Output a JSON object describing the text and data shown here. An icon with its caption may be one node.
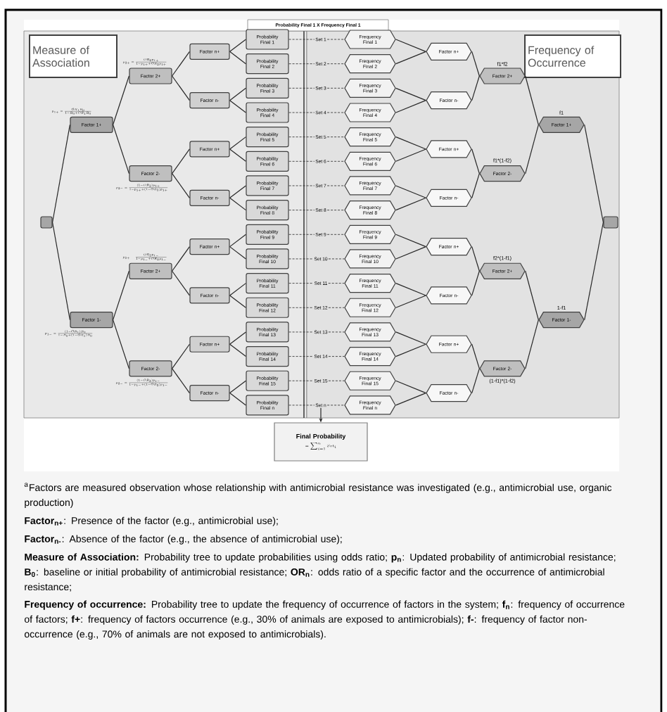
{
  "diagram": {
    "nodes": [
      {
        "text": [
          "Measure of Association"
        ]
      },
      {
        "text": [
          "Frequency of Occurrence"
        ]
      },
      {
        "text": [
          "Probability Final 1 X Frequency Final 1"
        ]
      },
      {
        "text": [],
        "shape": "box"
      },
      {
        "text": [
          "Factor 1+"
        ],
        "beside": [
          "p_{1+}=\\frac{OR_1 B_0}{1-B_0+OR_1 B_0}"
        ]
      },
      {
        "text": [
          "Factor 1-"
        ],
        "beside": [
          "p_{1-}=\\frac{(1-OR_1)B_0}{1-B_0+(1-OR_1)B_0}"
        ]
      },
      {
        "text": [
          "Factor 2+"
        ],
        "beside": [
          "p_{2+}=\\frac{OR_2 p_{1+}}{1-p_{1+}+OR_2 p_{1+}}"
        ]
      },
      {
        "text": [
          "Factor 2-"
        ],
        "beside": [
          "p_{2-}=\\frac{(1-OR_2)p_{1+}}{1-p_{1+}+(1-OR_2)p_{1+}}"
        ]
      },
      {
        "text": [
          "Factor 2+"
        ],
        "beside": [
          "p_{2+}=\\frac{OR_2 p_{1-}}{1-p_{1-}+OR_2 p_{1-}}"
        ]
      },
      {
        "text": [
          "Factor 2-"
        ],
        "beside": [
          "p_{2-}=\\frac{(1-OR_2)p_{1-}}{1-p_{1-}+(1-OR_2)p_{1-}}"
        ]
      },
      {
        "text": [
          "Factor n+"
        ]
      },
      {
        "text": [
          "Factor n-"
        ]
      },
      {
        "text": [
          "Factor n+"
        ]
      },
      {
        "text": [
          "Factor n-"
        ]
      },
      {
        "text": [
          "Factor n+"
        ]
      },
      {
        "text": [
          "Factor n-"
        ]
      },
      {
        "text": [
          "Factor n+"
        ]
      },
      {
        "text": [
          "Factor n-"
        ]
      },
      {
        "text": [
          "Probability Final 1"
        ]
      },
      {
        "text": [
          "Probability Final 2"
        ]
      },
      {
        "text": [
          "Probability Final 3"
        ]
      },
      {
        "text": [
          "Probability Final 4"
        ]
      },
      {
        "text": [
          "Probability Final 5"
        ]
      },
      {
        "text": [
          "Probability Final 6"
        ]
      },
      {
        "text": [
          "Probability Final 7"
        ]
      },
      {
        "text": [
          "Probability Final 8"
        ]
      },
      {
        "text": [
          "Probability Final 9"
        ]
      },
      {
        "text": [
          "Probability Final 10"
        ]
      },
      {
        "text": [
          "Probability Final 11"
        ]
      },
      {
        "text": [
          "Probability Final 12"
        ]
      },
      {
        "text": [
          "Probability Final 13"
        ]
      },
      {
        "text": [
          "Probability Final 14"
        ]
      },
      {
        "text": [
          "Probability Final 15"
        ]
      },
      {
        "text": [
          "Probability Final n"
        ]
      },
      {
        "text": [
          "Set 1"
        ]
      },
      {
        "text": [
          "Set 2"
        ]
      },
      {
        "text": [
          "Set 3"
        ]
      },
      {
        "text": [
          "Set 4"
        ]
      },
      {
        "text": [
          "Set 5"
        ]
      },
      {
        "text": [
          "Set 6"
        ]
      },
      {
        "text": [
          "Set 7"
        ]
      },
      {
        "text": [
          "Set 8"
        ]
      },
      {
        "text": [
          "Set 9"
        ]
      },
      {
        "text": [
          "Set 10"
        ]
      },
      {
        "text": [
          "Set 11"
        ]
      },
      {
        "text": [
          "Set 12"
        ]
      },
      {
        "text": [
          "Set 13"
        ]
      },
      {
        "text": [
          "Set 14"
        ]
      },
      {
        "text": [
          "Set 15"
        ]
      },
      {
        "text": [
          "Set n"
        ]
      },
      {
        "text": [
          "Frequency Final 1"
        ]
      },
      {
        "text": [
          "Frequency Final 2"
        ]
      },
      {
        "text": [
          "Frequency Final 3"
        ]
      },
      {
        "text": [
          "Frequency Final 4"
        ]
      },
      {
        "text": [
          "Frequency Final 5"
        ]
      },
      {
        "text": [
          "Frequency Final 6"
        ]
      },
      {
        "text": [
          "Frequency Final 7"
        ]
      },
      {
        "text": [
          "Frequency Final 8"
        ]
      },
      {
        "text": [
          "Frequency Final 9"
        ]
      },
      {
        "text": [
          "Frequency Final 10"
        ]
      },
      {
        "text": [
          "Frequency Final 11"
        ]
      },
      {
        "text": [
          "Frequency Final 12"
        ]
      },
      {
        "text": [
          "Frequency Final 13"
        ]
      },
      {
        "text": [
          "Frequency Final 14"
        ]
      },
      {
        "text": [
          "Frequency Final 15"
        ]
      },
      {
        "text": [
          "Frequency Final n"
        ]
      },
      {
        "text": [
          "Factor n+"
        ]
      },
      {
        "text": [
          "Factor n-"
        ]
      },
      {
        "text": [
          "Factor n+"
        ]
      },
      {
        "text": [
          "Factor n-"
        ]
      },
      {
        "text": [
          "Factor n+"
        ]
      },
      {
        "text": [
          "Factor n-"
        ]
      },
      {
        "text": [
          "Factor n+"
        ]
      },
      {
        "text": [
          "Factor n-"
        ]
      },
      {
        "text": [
          "Factor 2+"
        ],
        "beside": [
          "f1*f2"
        ]
      },
      {
        "text": [
          "Factor 2-"
        ],
        "beside": [
          "f1*(1-f2)"
        ]
      },
      {
        "text": [
          "Factor 2+"
        ],
        "beside": [
          "f2*(1-f1)"
        ]
      },
      {
        "text": [
          "Factor 2-"
        ],
        "beside": [
          "(1-f1)*(1-f2)"
        ]
      },
      {
        "text": [
          "Factor 1+"
        ],
        "beside": [
          "f1"
        ]
      },
      {
        "text": [
          "Factor 1-"
        ],
        "beside": [
          "1-f1"
        ]
      },
      {
        "text": [],
        "shape": "box"
      },
      {
        "text": [
          "Final Probability",
          "=\\sum_{i=1}^{n} Set_{i}"
        ]
      }
    ],
    "edges": [
      {
        "from": 3,
        "to": 4,
        "arrow": "none"
      },
      {
        "from": 3,
        "to": 5,
        "arrow": "none"
      },
      {
        "from": 4,
        "to": 6,
        "arrow": "none"
      },
      {
        "from": 4,
        "to": 7,
        "arrow": "none"
      },
      {
        "from": 5,
        "to": 8,
        "arrow": "none"
      },
      {
        "from": 5,
        "to": 9,
        "arrow": "none"
      },
      {
        "from": 6,
        "to": 10,
        "arrow": "none"
      },
      {
        "from": 6,
        "to": 11,
        "arrow": "none"
      },
      {
        "from": 7,
        "to": 12,
        "arrow": "none"
      },
      {
        "from": 7,
        "to": 13,
        "arrow": "none"
      },
      {
        "from": 8,
        "to": 14,
        "arrow": "none"
      },
      {
        "from": 8,
        "to": 15,
        "arrow": "none"
      },
      {
        "from": 9,
        "to": 16,
        "arrow": "none"
      },
      {
        "from": 9,
        "to": 17,
        "arrow": "none"
      },
      {
        "from": 10,
        "to": 18,
        "arrow": "none"
      },
      {
        "from": 10,
        "to": 19,
        "arrow": "none"
      },
      {
        "from": 11,
        "to": 20,
        "arrow": "none"
      },
      {
        "from": 11,
        "to": 21,
        "arrow": "none"
      },
      {
        "from": 12,
        "to": 22,
        "arrow": "none"
      },
      {
        "from": 12,
        "to": 23,
        "arrow": "none"
      },
      {
        "from": 13,
        "to": 24,
        "arrow": "none"
      },
      {
        "from": 13,
        "to": 25,
        "arrow": "none"
      },
      {
        "from": 14,
        "to": 26,
        "arrow": "none"
      },
      {
        "from": 14,
        "to": 27,
        "arrow": "none"
      },
      {
        "from": 15,
        "to": 28,
        "arrow": "none"
      },
      {
        "from": 15,
        "to": 29,
        "arrow": "none"
      },
      {
        "from": 16,
        "to": 30,
        "arrow": "none"
      },
      {
        "from": 16,
        "to": 31,
        "arrow": "none"
      },
      {
        "from": 17,
        "to": 32,
        "arrow": "none"
      },
      {
        "from": 17,
        "to": 33,
        "arrow": "none"
      },
      {
        "from": 18,
        "to": 34,
        "arrow": "none",
        "style": "dashed"
      },
      {
        "from": 34,
        "to": 50,
        "arrow": "none",
        "style": "dashed"
      },
      {
        "from": 19,
        "to": 35,
        "arrow": "none",
        "style": "dashed"
      },
      {
        "from": 35,
        "to": 51,
        "arrow": "none",
        "style": "dashed"
      },
      {
        "from": 20,
        "to": 36,
        "arrow": "none",
        "style": "dashed"
      },
      {
        "from": 36,
        "to": 52,
        "arrow": "none",
        "style": "dashed"
      },
      {
        "from": 21,
        "to": 37,
        "arrow": "none",
        "style": "dashed"
      },
      {
        "from": 37,
        "to": 53,
        "arrow": "none",
        "style": "dashed"
      },
      {
        "from": 22,
        "to": 38,
        "arrow": "none",
        "style": "dashed"
      },
      {
        "from": 38,
        "to": 54,
        "arrow": "none",
        "style": "dashed"
      },
      {
        "from": 23,
        "to": 39,
        "arrow": "none",
        "style": "dashed"
      },
      {
        "from": 39,
        "to": 55,
        "arrow": "none",
        "style": "dashed"
      },
      {
        "from": 24,
        "to": 40,
        "arrow": "none",
        "style": "dashed"
      },
      {
        "from": 40,
        "to": 56,
        "arrow": "none",
        "style": "dashed"
      },
      {
        "from": 25,
        "to": 41,
        "arrow": "none",
        "style": "dashed"
      },
      {
        "from": 41,
        "to": 57,
        "arrow": "none",
        "style": "dashed"
      },
      {
        "from": 26,
        "to": 42,
        "arrow": "none",
        "style": "dashed"
      },
      {
        "from": 42,
        "to": 58,
        "arrow": "none",
        "style": "dashed"
      },
      {
        "from": 27,
        "to": 43,
        "arrow": "none",
        "style": "dashed"
      },
      {
        "from": 43,
        "to": 59,
        "arrow": "none",
        "style": "dashed"
      },
      {
        "from": 28,
        "to": 44,
        "arrow": "none",
        "style": "dashed"
      },
      {
        "from": 44,
        "to": 60,
        "arrow": "none",
        "style": "dashed"
      },
      {
        "from": 29,
        "to": 45,
        "arrow": "none",
        "style": "dashed"
      },
      {
        "from": 45,
        "to": 61,
        "arrow": "none",
        "style": "dashed"
      },
      {
        "from": 30,
        "to": 46,
        "arrow": "none",
        "style": "dashed"
      },
      {
        "from": 46,
        "to": 62,
        "arrow": "none",
        "style": "dashed"
      },
      {
        "from": 31,
        "to": 47,
        "arrow": "none",
        "style": "dashed"
      },
      {
        "from": 47,
        "to": 63,
        "arrow": "none",
        "style": "dashed"
      },
      {
        "from": 32,
        "to": 48,
        "arrow": "none",
        "style": "dashed"
      },
      {
        "from": 48,
        "to": 64,
        "arrow": "none",
        "style": "dashed"
      },
      {
        "from": 33,
        "to": 49,
        "arrow": "none",
        "style": "dashed"
      },
      {
        "from": 49,
        "to": 65,
        "arrow": "none",
        "style": "dashed"
      },
      {
        "from": 50,
        "to": 66,
        "arrow": "none"
      },
      {
        "from": 51,
        "to": 66,
        "arrow": "none"
      },
      {
        "from": 52,
        "to": 67,
        "arrow": "none"
      },
      {
        "from": 53,
        "to": 67,
        "arrow": "none"
      },
      {
        "from": 54,
        "to": 68,
        "arrow": "none"
      },
      {
        "from": 55,
        "to": 68,
        "arrow": "none"
      },
      {
        "from": 56,
        "to": 69,
        "arrow": "none"
      },
      {
        "from": 57,
        "to": 69,
        "arrow": "none"
      },
      {
        "from": 58,
        "to": 70,
        "arrow": "none"
      },
      {
        "from": 59,
        "to": 70,
        "arrow": "none"
      },
      {
        "from": 60,
        "to": 71,
        "arrow": "none"
      },
      {
        "from": 61,
        "to": 71,
        "arrow": "none"
      },
      {
        "from": 62,
        "to": 72,
        "arrow": "none"
      },
      {
        "from": 63,
        "to": 72,
        "arrow": "none"
      },
      {
        "from": 64,
        "to": 73,
        "arrow": "none"
      },
      {
        "from": 65,
        "to": 73,
        "arrow": "none"
      },
      {
        "from": 66,
        "to": 74,
        "arrow": "none"
      },
      {
        "from": 67,
        "to": 74,
        "arrow": "none"
      },
      {
        "from": 68,
        "to": 75,
        "arrow": "none"
      },
      {
        "from": 69,
        "to": 75,
        "arrow": "none"
      },
      {
        "from": 70,
        "to": 76,
        "arrow": "none"
      },
      {
        "from": 71,
        "to": 76,
        "arrow": "none"
      },
      {
        "from": 72,
        "to": 77,
        "arrow": "none"
      },
      {
        "from": 73,
        "to": 77,
        "arrow": "none"
      },
      {
        "from": 74,
        "to": 78,
        "arrow": "none"
      },
      {
        "from": 75,
        "to": 78,
        "arrow": "none"
      },
      {
        "from": 76,
        "to": 79,
        "arrow": "none"
      },
      {
        "from": 77,
        "to": 79,
        "arrow": "none"
      },
      {
        "from": 78,
        "to": 80,
        "arrow": "none"
      },
      {
        "from": 79,
        "to": 80,
        "arrow": "none"
      },
      {
        "from": 49,
        "to": 81,
        "arrow": "to"
      }
    ],
    "labels": [
      "$^{a}$Factors are measured observation whose relationship with antimicrobial resistance was investigated (e.g., antimicrobial use, organic production)",
      "**Factor$_{n+}$**: Presence of the factor (e.g., antimicrobial use);",
      "**Factor$_{n-}$**: Absence of the factor (e.g., the absence of antimicrobial use);",
      "**Measure of Association:** Probability tree to update probabilities using odds ratio; **p$_{n}$**: Updated probability of antimicrobial resistance; **B$_{0}$**: baseline or initial probability of antimicrobial resistance; **OR$_{n}$**: odds ratio of a specific factor and the occurrence of antimicrobial resistance;",
      "**Frequency of occurrence:** Probability tree to update the frequency of occurrence of factors in the system; **f$_{n}$**: frequency of occurrence of factors; **f+**: frequency of factors occurrence (e.g., 30% of animals are exposed to antimicrobials); **f-**: frequency of factor non-occurrence (e.g., 70% of animals are not exposed to antimicrobials)."
    ]
  }
}
